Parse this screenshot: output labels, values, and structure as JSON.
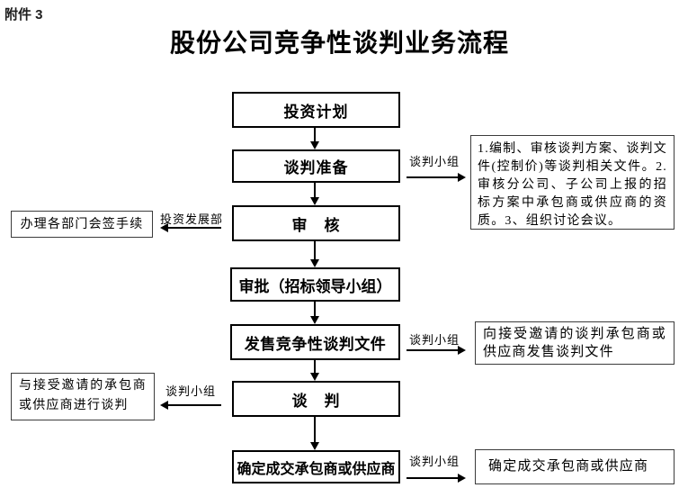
{
  "header": {
    "attachment": "附件 3",
    "title": "股份公司竞争性谈判业务流程"
  },
  "flow": {
    "steps": [
      {
        "id": "investment-plan",
        "label": "投资计划"
      },
      {
        "id": "negotiation-prep",
        "label": "谈判准备"
      },
      {
        "id": "review",
        "label": "审　核"
      },
      {
        "id": "approval",
        "label": "审批（招标领导小组）"
      },
      {
        "id": "issue-documents",
        "label": "发售竞争性谈判文件"
      },
      {
        "id": "negotiation",
        "label": "谈　判"
      },
      {
        "id": "confirm-supplier",
        "label": "确定成交承包商或供应商"
      }
    ],
    "notes": {
      "countersign": "办理各部门会签手续",
      "prep_tasks": "1.编制、审核谈判方案、谈判文件(控制价)等谈判相关文件。2.审核分公司、子公司上报的招标方案中承包商或供应商的资质。3、组织讨论会议。",
      "issue_docs": "向接受邀请的谈判承包商或供应商发售谈判文件",
      "conduct_negotiation": "与接受邀请的承包商或供应商进行谈判",
      "confirm_supplier": "确定成交承包商或供应商"
    },
    "arrow_labels": {
      "prep": "谈判小组",
      "review": "投资发展部",
      "issue": "谈判小组",
      "negotiation": "谈判小组",
      "confirm": "谈判小组"
    }
  },
  "colors": {
    "ink": "#000000",
    "background": "#ffffff"
  }
}
